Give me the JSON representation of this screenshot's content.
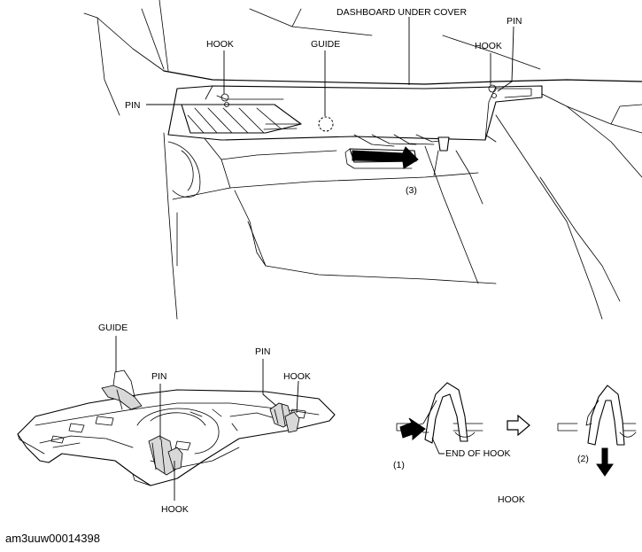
{
  "figure": {
    "labels": {
      "dashboard_under_cover": "DASHBOARD UNDER COVER",
      "pin_top_right": "PIN",
      "hook_top_right": "HOOK",
      "hook_top_left": "HOOK",
      "guide_top": "GUIDE",
      "pin_top_left": "PIN",
      "step3": "(3)",
      "guide_bottom": "GUIDE",
      "pin_bottom_left": "PIN",
      "pin_bottom_right": "PIN",
      "hook_bottom_right": "HOOK",
      "hook_bottom_left": "HOOK",
      "step1": "(1)",
      "end_of_hook": "END OF HOOK",
      "step2": "(2)",
      "hook_caption": "HOOK"
    },
    "image_code": "am3uuw00014398"
  }
}
